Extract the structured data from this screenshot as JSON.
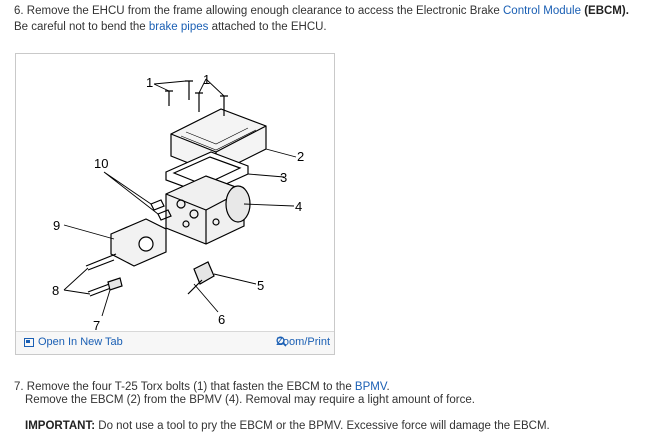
{
  "step6": {
    "part1": "6. Remove the EHCU from the frame allowing enough clearance to access the Electronic Brake ",
    "link1": "Control Module",
    "part2": " ",
    "bold": "(EBCM).",
    "part3": " Be careful not to bend the ",
    "link2": "brake pipes",
    "part4": " attached to the EHCU."
  },
  "figure": {
    "callouts": [
      "1",
      "1",
      "2",
      "3",
      "4",
      "5",
      "6",
      "7",
      "8",
      "9",
      "10"
    ],
    "open_tab_label": "Open In New Tab",
    "zoom_label": "Zoom/Print"
  },
  "step7": {
    "part1": "7. Remove the four T-25 Torx bolts (1) that fasten the EBCM to the ",
    "link": "BPMV",
    "part2": ".",
    "line2": "Remove the EBCM (2) from the BPMV (4). Removal may require a light amount of force."
  },
  "important": {
    "label": "IMPORTANT:",
    "text": " Do not use a tool to pry the EBCM or the BPMV. Excessive force will damage the EBCM."
  },
  "colors": {
    "link": "#1a5fb4",
    "text": "#333333"
  }
}
